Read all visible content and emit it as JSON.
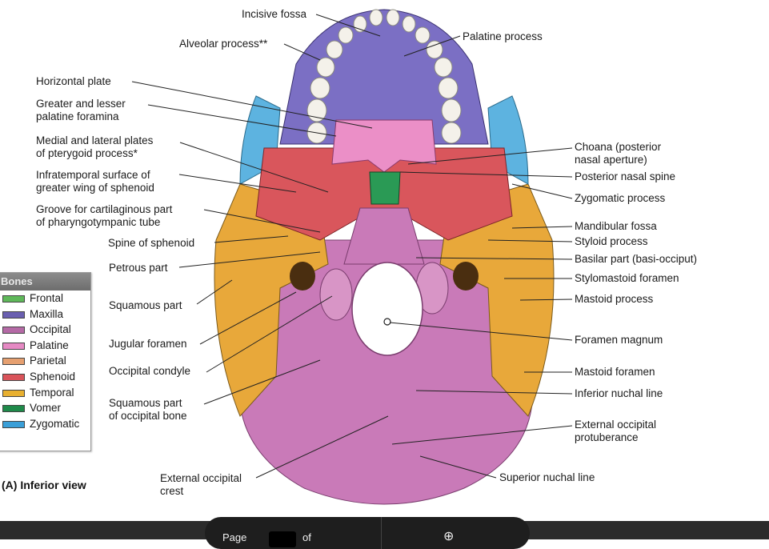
{
  "labels_left": [
    {
      "key": "horizontal_plate",
      "text": "Horizontal plate"
    },
    {
      "key": "greater_lesser",
      "text": "Greater and lesser\npalatine foramina"
    },
    {
      "key": "medial_lateral",
      "text": "Medial and lateral plates\nof pterygoid process*"
    },
    {
      "key": "infratemporal",
      "text": "Infratemporal surface of\ngreater wing of sphenoid"
    },
    {
      "key": "groove",
      "text": "Groove for cartilaginous part\nof pharyngotympanic tube"
    },
    {
      "key": "spine_sphenoid",
      "text": "Spine of sphenoid"
    },
    {
      "key": "petrous",
      "text": "Petrous part"
    },
    {
      "key": "squamous",
      "text": "Squamous part"
    },
    {
      "key": "jugular",
      "text": "Jugular foramen"
    },
    {
      "key": "occ_condyle",
      "text": "Occipital condyle"
    },
    {
      "key": "squamous_occ",
      "text": "Squamous part\nof occipital bone"
    },
    {
      "key": "ext_occ_crest",
      "text": "External occipital\ncrest"
    }
  ],
  "labels_top": [
    {
      "key": "incisive",
      "text": "Incisive fossa"
    },
    {
      "key": "alveolar",
      "text": "Alveolar process**"
    },
    {
      "key": "palatine_process",
      "text": "Palatine process"
    }
  ],
  "labels_right": [
    {
      "key": "choana",
      "text": "Choana (posterior\nnasal aperture)"
    },
    {
      "key": "post_nasal_spine",
      "text": "Posterior nasal spine"
    },
    {
      "key": "zygomatic_process",
      "text": "Zygomatic process"
    },
    {
      "key": "mandibular_fossa",
      "text": "Mandibular fossa"
    },
    {
      "key": "styloid",
      "text": "Styloid process"
    },
    {
      "key": "basilar",
      "text": "Basilar part (basi-occiput)"
    },
    {
      "key": "stylomastoid",
      "text": "Stylomastoid foramen"
    },
    {
      "key": "mastoid_process",
      "text": "Mastoid process"
    },
    {
      "key": "foramen_magnum",
      "text": "Foramen magnum"
    },
    {
      "key": "mastoid_foramen",
      "text": "Mastoid foramen"
    },
    {
      "key": "inferior_nuchal",
      "text": "Inferior nuchal line"
    },
    {
      "key": "ext_occ_protuberance",
      "text": "External occipital\nprotuberance"
    },
    {
      "key": "superior_nuchal",
      "text": "Superior nuchal line"
    }
  ],
  "legend": {
    "title": "Bones",
    "items": [
      {
        "name": "Frontal",
        "color": "#5fb85a"
      },
      {
        "name": "Maxilla",
        "color": "#6a5fb0"
      },
      {
        "name": "Occipital",
        "color": "#b56aa6"
      },
      {
        "name": "Palatine",
        "color": "#e68ac4"
      },
      {
        "name": "Parietal",
        "color": "#e6a070"
      },
      {
        "name": "Sphenoid",
        "color": "#d9535a"
      },
      {
        "name": "Temporal",
        "color": "#e8b030"
      },
      {
        "name": "Vomer",
        "color": "#1f8a4a"
      },
      {
        "name": "Zygomatic",
        "color": "#3a9fd8"
      }
    ]
  },
  "caption": "(A) Inferior view",
  "toolbar": {
    "page_text": "Page",
    "page_of": "of"
  }
}
